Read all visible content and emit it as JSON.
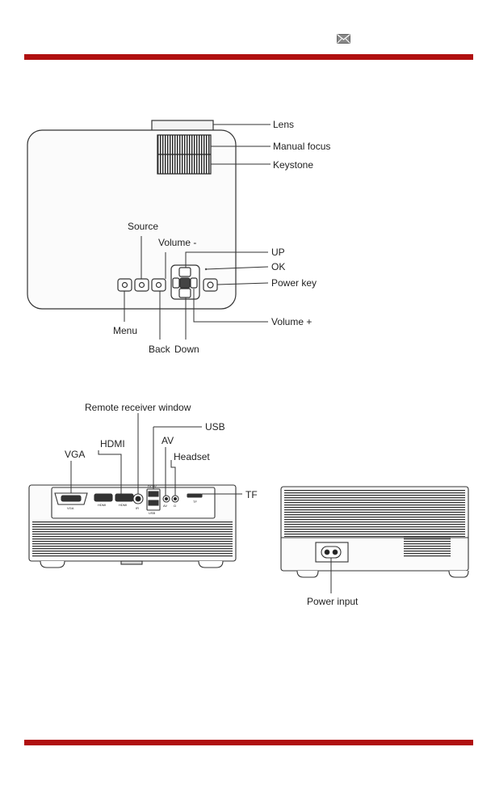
{
  "colors": {
    "accent": "#b01010",
    "line": "#333333",
    "body": "#f7f7f7"
  },
  "header": {
    "icon": "envelope-icon"
  },
  "top_view": {
    "labels": {
      "lens": "Lens",
      "manual_focus": "Manual focus",
      "keystone": "Keystone",
      "source": "Source",
      "volume_minus": "Volume -",
      "up": "UP",
      "ok": "OK",
      "power_key": "Power key",
      "menu": "Menu",
      "volume_plus": "Volume +",
      "back": "Back",
      "down": "Down"
    }
  },
  "rear_view": {
    "labels": {
      "remote_receiver_window": "Remote receiver window",
      "usb": "USB",
      "hdmi": "HDMI",
      "av": "AV",
      "vga": "VGA",
      "headset": "Headset",
      "tf": "TF"
    },
    "port_marks": {
      "vga": "VGA",
      "hdmi1": "HDMI",
      "hdmi2": "HDMI",
      "ir": "IR",
      "usb": "USB",
      "out": "DC5V",
      "av": "AV",
      "headset": "Ω",
      "tf": "TF"
    }
  },
  "side_view": {
    "labels": {
      "power_input": "Power input"
    }
  }
}
